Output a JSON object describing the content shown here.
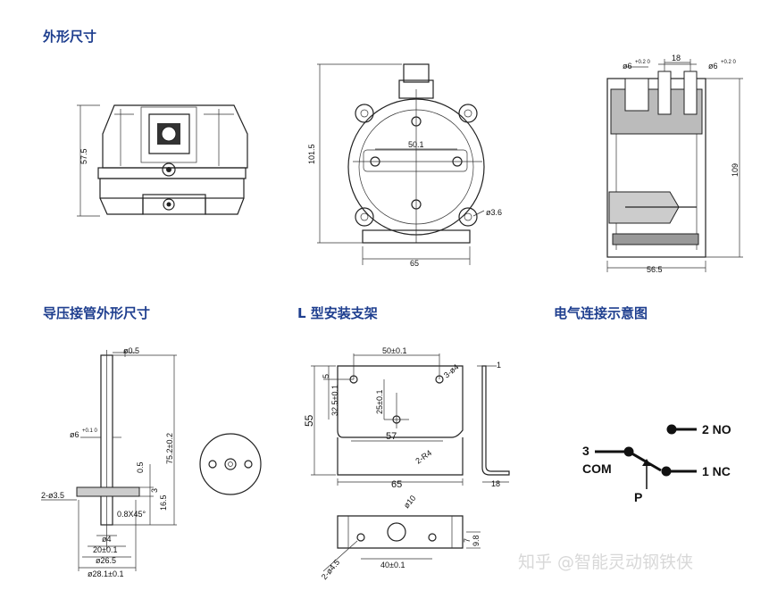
{
  "headings": {
    "outline": "外形尺寸",
    "pressure_tube": "导压接管外形尺寸",
    "bracket": "L 型安装支架",
    "wiring": "电气连接示意图"
  },
  "top_views": {
    "front": {
      "height": "57.5"
    },
    "plan": {
      "height": "101.5",
      "hole_spacing": "50.1",
      "hole_dia": "ø3.6",
      "width": "65"
    },
    "section": {
      "port_left": "ø6",
      "port_left_sup": "+0.2 0",
      "port_spacing": "18",
      "port_right": "ø6",
      "port_right_sup": "+0.2 0",
      "height": "109",
      "width": "56.5"
    }
  },
  "tube": {
    "top_dim": "ø0.5",
    "outer_dia": "ø6",
    "outer_dia_tol": "+0.1 0",
    "total_height": "75.2±0.2",
    "d05": "0.5",
    "d3": "3",
    "d165": "16.5",
    "chamfer": "0.8X45°",
    "holes": "2-ø3.5",
    "inner": "ø4",
    "hole_spacing": "20±0.1",
    "d265": "ø26.5",
    "d281": "ø28.1±0.1"
  },
  "bracket": {
    "top_spacing": "50±0.1",
    "holes_top": "3-ø4",
    "thickness": "1",
    "d5": "5",
    "d325": "32.5±0.1",
    "d25": "25±0.1",
    "d55": "55",
    "d57": "57",
    "radius": "2-R4",
    "width": "65",
    "depth": "18",
    "bottom_hole": "ø10",
    "bottom_holes": "2-ø4.5",
    "bottom_spacing": "40±0.1",
    "d7": "7",
    "d98": "9.8"
  },
  "wiring": {
    "no": "2 NO",
    "common_num": "3",
    "common": "COM",
    "nc": "1 NC",
    "pressure": "P"
  },
  "watermark": "知乎 @智能灵动钢铁侠"
}
